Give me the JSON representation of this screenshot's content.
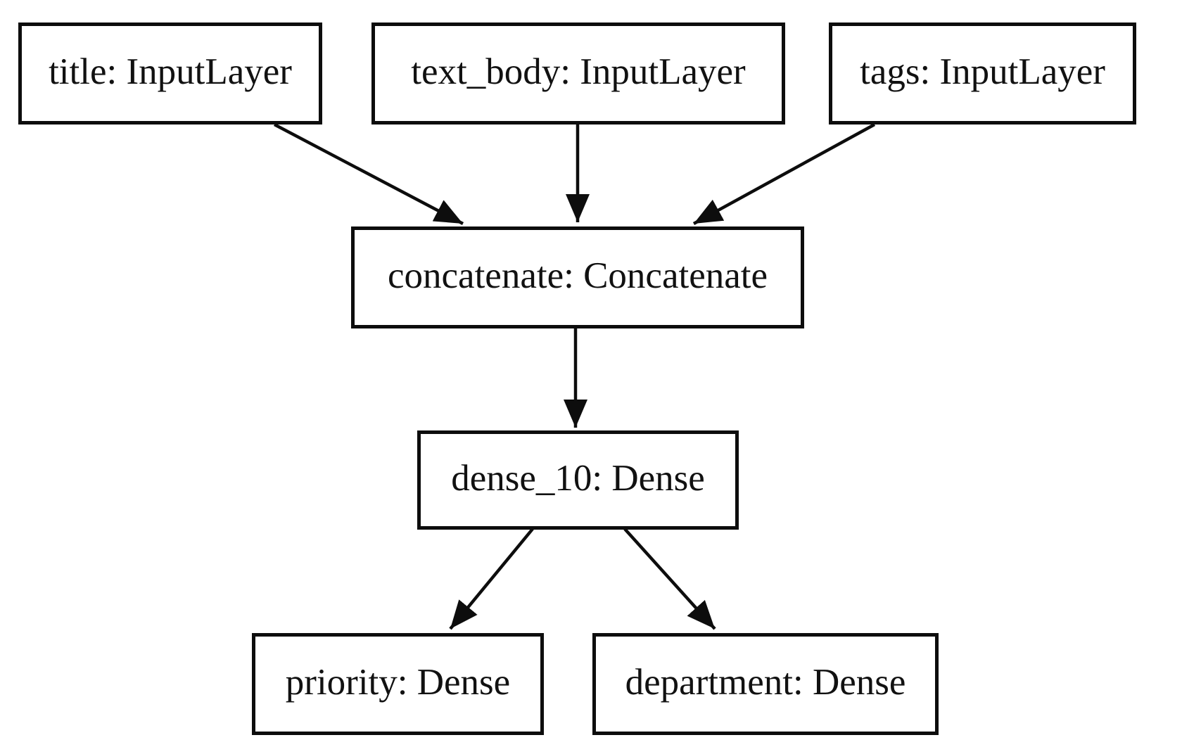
{
  "diagram": {
    "type": "neural-network-layer-graph",
    "colors": {
      "background": "#ffffff",
      "node_fill": "#ffffff",
      "node_border": "#0d0d0d",
      "edge": "#0d0d0d",
      "text": "#111111"
    },
    "nodes": [
      {
        "id": "title",
        "label": "title: InputLayer"
      },
      {
        "id": "text_body",
        "label": "text_body: InputLayer"
      },
      {
        "id": "tags",
        "label": "tags: InputLayer"
      },
      {
        "id": "concatenate",
        "label": "concatenate: Concatenate"
      },
      {
        "id": "dense_10",
        "label": "dense_10: Dense"
      },
      {
        "id": "priority",
        "label": "priority: Dense"
      },
      {
        "id": "department",
        "label": "department: Dense"
      }
    ],
    "edges": [
      {
        "from": "title",
        "to": "concatenate"
      },
      {
        "from": "text_body",
        "to": "concatenate"
      },
      {
        "from": "tags",
        "to": "concatenate"
      },
      {
        "from": "concatenate",
        "to": "dense_10"
      },
      {
        "from": "dense_10",
        "to": "priority"
      },
      {
        "from": "dense_10",
        "to": "department"
      }
    ]
  }
}
